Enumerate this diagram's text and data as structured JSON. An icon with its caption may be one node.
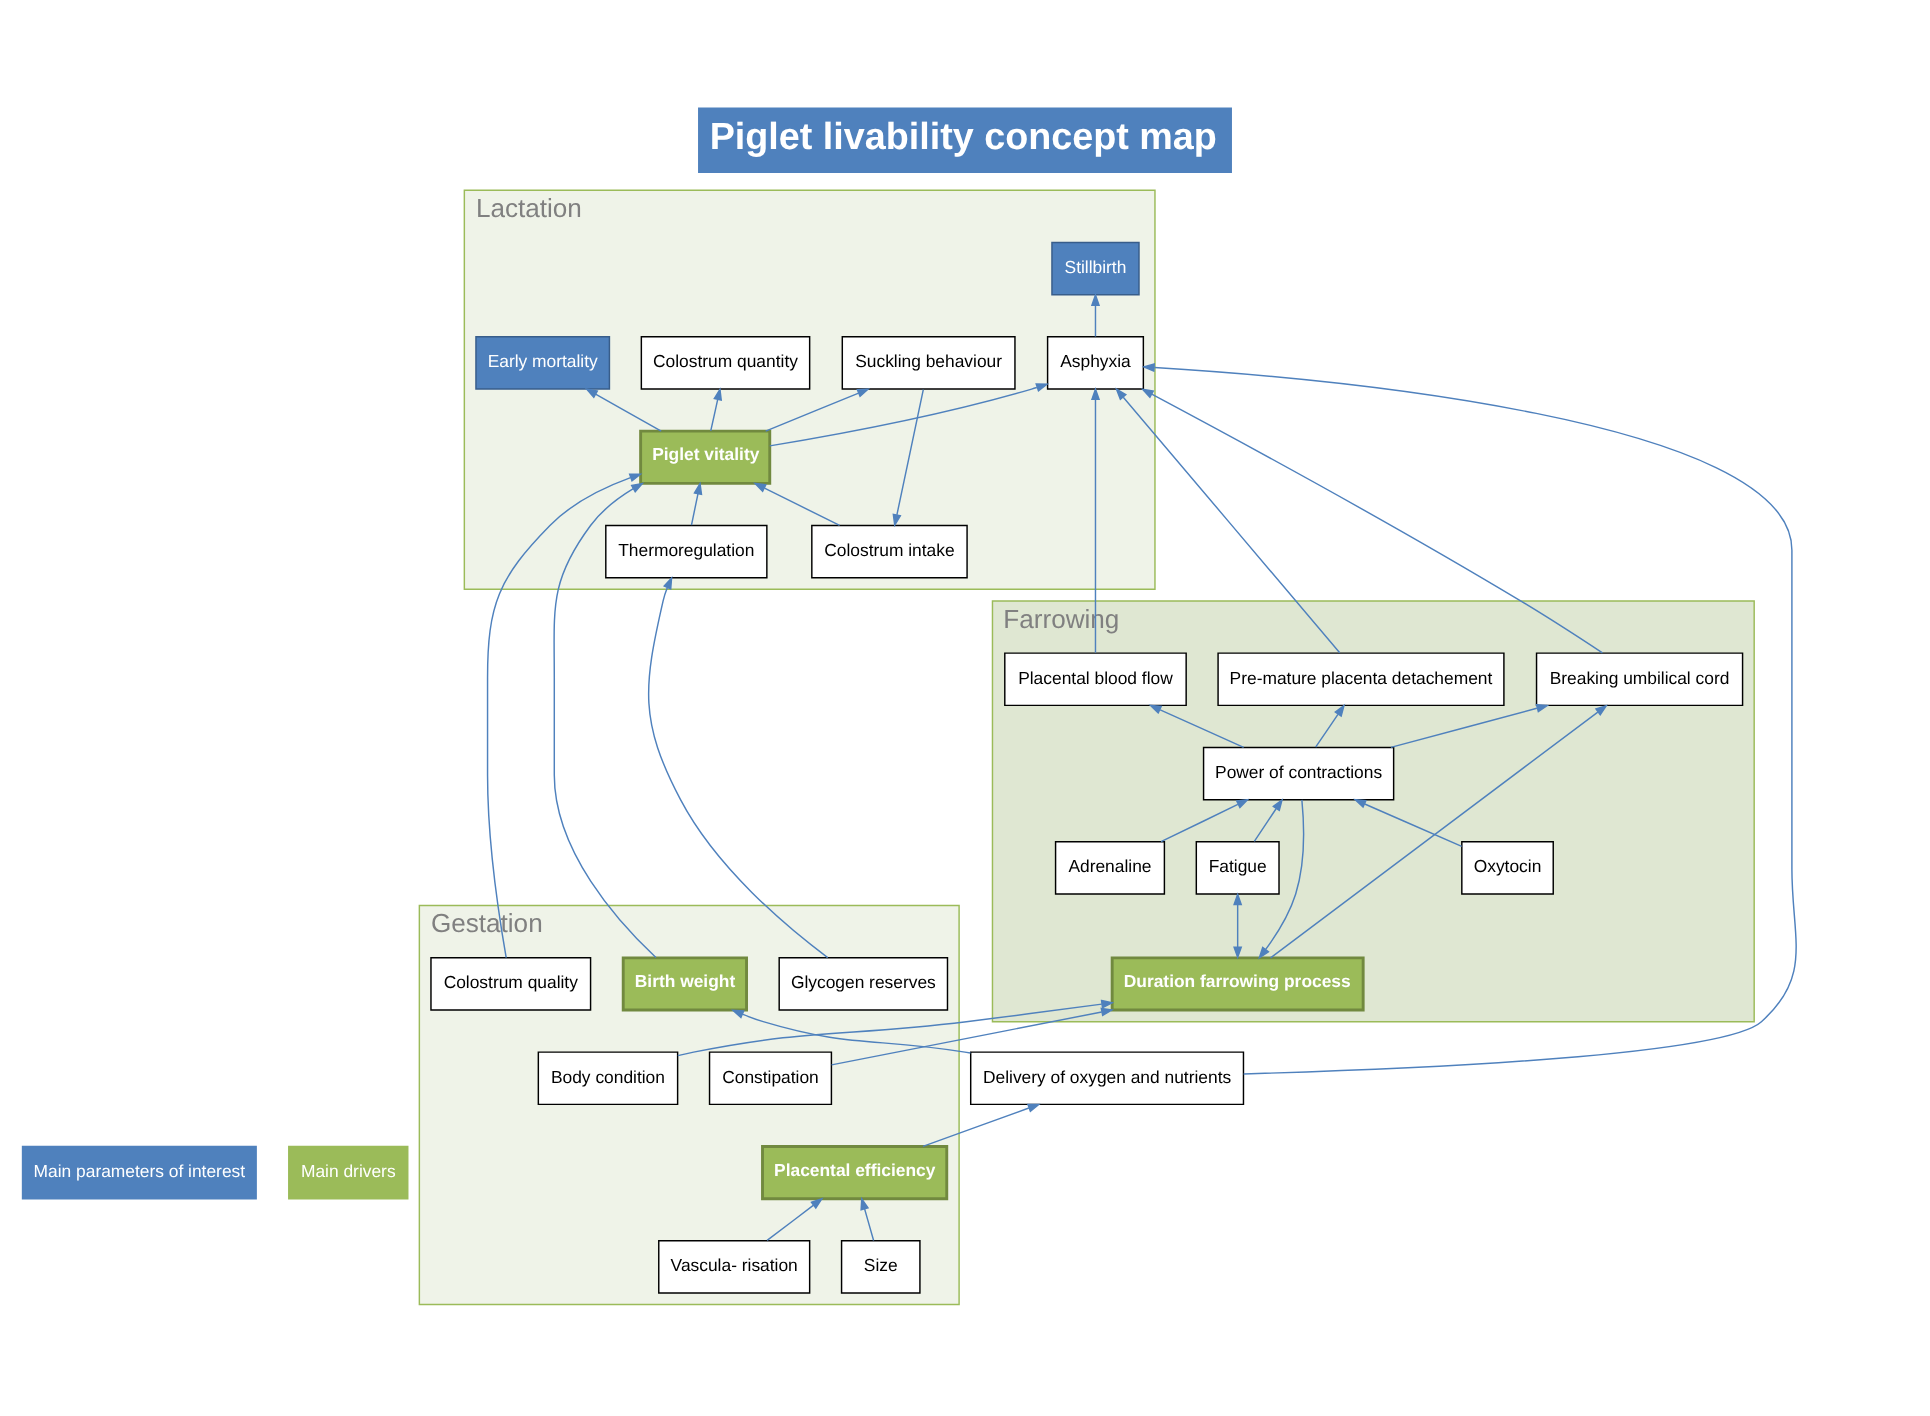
{
  "diagram": {
    "title": "Piglet livability concept map",
    "nodes": [
      {
        "text": [
          "Lactation"
        ]
      },
      {
        "text": [
          "Early mortality"
        ],
        "in": 0
      },
      {
        "text": [
          "Colostrum intake"
        ],
        "in": 0
      },
      {
        "text": [
          "Piglet vitality"
        ],
        "in": 0
      },
      {
        "text": [
          "Suckling behaviour"
        ],
        "in": 0
      },
      {
        "text": [
          "Stillbirth"
        ],
        "in": 0
      },
      {
        "text": [
          "Asphyxia"
        ],
        "in": 0
      },
      {
        "text": [
          "Colostrum quantity"
        ],
        "in": 0
      },
      {
        "text": [
          "Thermoregulation"
        ],
        "in": 0
      },
      {
        "text": [
          "Farrowing"
        ]
      },
      {
        "text": [
          "Breaking umbilical cord"
        ],
        "in": 9
      },
      {
        "text": [
          "Placental blood flow"
        ],
        "in": 9
      },
      {
        "text": [
          "Pre-mature placenta detachement"
        ],
        "in": 9
      },
      {
        "text": [
          "Duration farrowing process"
        ],
        "in": 9
      },
      {
        "text": [
          "Power of contractions"
        ],
        "in": 9
      },
      {
        "text": [
          "Adrenaline"
        ],
        "in": 9
      },
      {
        "text": [
          "Fatigue"
        ],
        "in": 9
      },
      {
        "text": [
          "Oxytocin"
        ],
        "in": 9
      },
      {
        "text": [
          "Delivery of oxygen and nutrients"
        ]
      },
      {
        "text": [
          "Gestation"
        ]
      },
      {
        "text": [
          "Constipation"
        ],
        "in": 19
      },
      {
        "text": [
          "Placental efficiency"
        ],
        "in": 19
      },
      {
        "text": [
          "Birth weight"
        ],
        "in": 19
      },
      {
        "text": [
          "Colostrum quality"
        ],
        "in": 19
      },
      {
        "text": [
          "Glycogen reserves"
        ],
        "in": 19
      },
      {
        "text": [
          "Body condition"
        ],
        "in": 19
      },
      {
        "text": [
          "Vascula- risation"
        ],
        "in": 19
      },
      {
        "text": [
          "Size"
        ],
        "in": 19
      }
    ],
    "edges": [
      {
        "from": 3,
        "to": 1,
        "arrow": "to"
      },
      {
        "from": 2,
        "to": 3,
        "arrow": "to"
      },
      {
        "from": 3,
        "to": 4,
        "arrow": "to"
      },
      {
        "from": 4,
        "to": 2,
        "arrow": "to"
      },
      {
        "from": 3,
        "to": 6,
        "arrow": "to"
      },
      {
        "from": 6,
        "to": 5,
        "arrow": "to"
      },
      {
        "from": 3,
        "to": 7,
        "arrow": "to"
      },
      {
        "from": 8,
        "to": 3,
        "arrow": "to"
      },
      {
        "from": 22,
        "to": 3,
        "arrow": "to"
      },
      {
        "from": 23,
        "to": 3,
        "arrow": "to"
      },
      {
        "from": 18,
        "to": 6,
        "arrow": "to"
      },
      {
        "from": 10,
        "to": 6,
        "arrow": "to"
      },
      {
        "from": 11,
        "to": 6,
        "arrow": "to"
      },
      {
        "from": 12,
        "to": 6,
        "arrow": "to"
      },
      {
        "from": 14,
        "to": 10,
        "arrow": "to"
      },
      {
        "from": 14,
        "to": 11,
        "arrow": "to"
      },
      {
        "from": 14,
        "to": 12,
        "arrow": "to"
      },
      {
        "from": 14,
        "to": 13,
        "arrow": "to"
      },
      {
        "from": 15,
        "to": 14,
        "arrow": "to"
      },
      {
        "from": 17,
        "to": 14,
        "arrow": "to"
      },
      {
        "from": 16,
        "to": 14,
        "arrow": "to"
      },
      {
        "from": 13,
        "to": 10,
        "arrow": "to"
      },
      {
        "from": 13,
        "to": 16,
        "arrow": "both"
      },
      {
        "from": 20,
        "to": 13,
        "arrow": "to"
      },
      {
        "from": 25,
        "to": 13,
        "arrow": "to"
      },
      {
        "from": 21,
        "to": 18,
        "arrow": "to"
      },
      {
        "from": 18,
        "to": 22,
        "arrow": "to"
      },
      {
        "from": 26,
        "to": 21,
        "arrow": "to"
      },
      {
        "from": 27,
        "to": 21,
        "arrow": "to"
      },
      {
        "from": 24,
        "to": 8,
        "arrow": "to"
      }
    ],
    "legend": [
      {
        "text": "Main parameters of interest",
        "color": "#4f81bd"
      },
      {
        "text": "Main drivers",
        "color": "#9bbb59"
      }
    ]
  }
}
